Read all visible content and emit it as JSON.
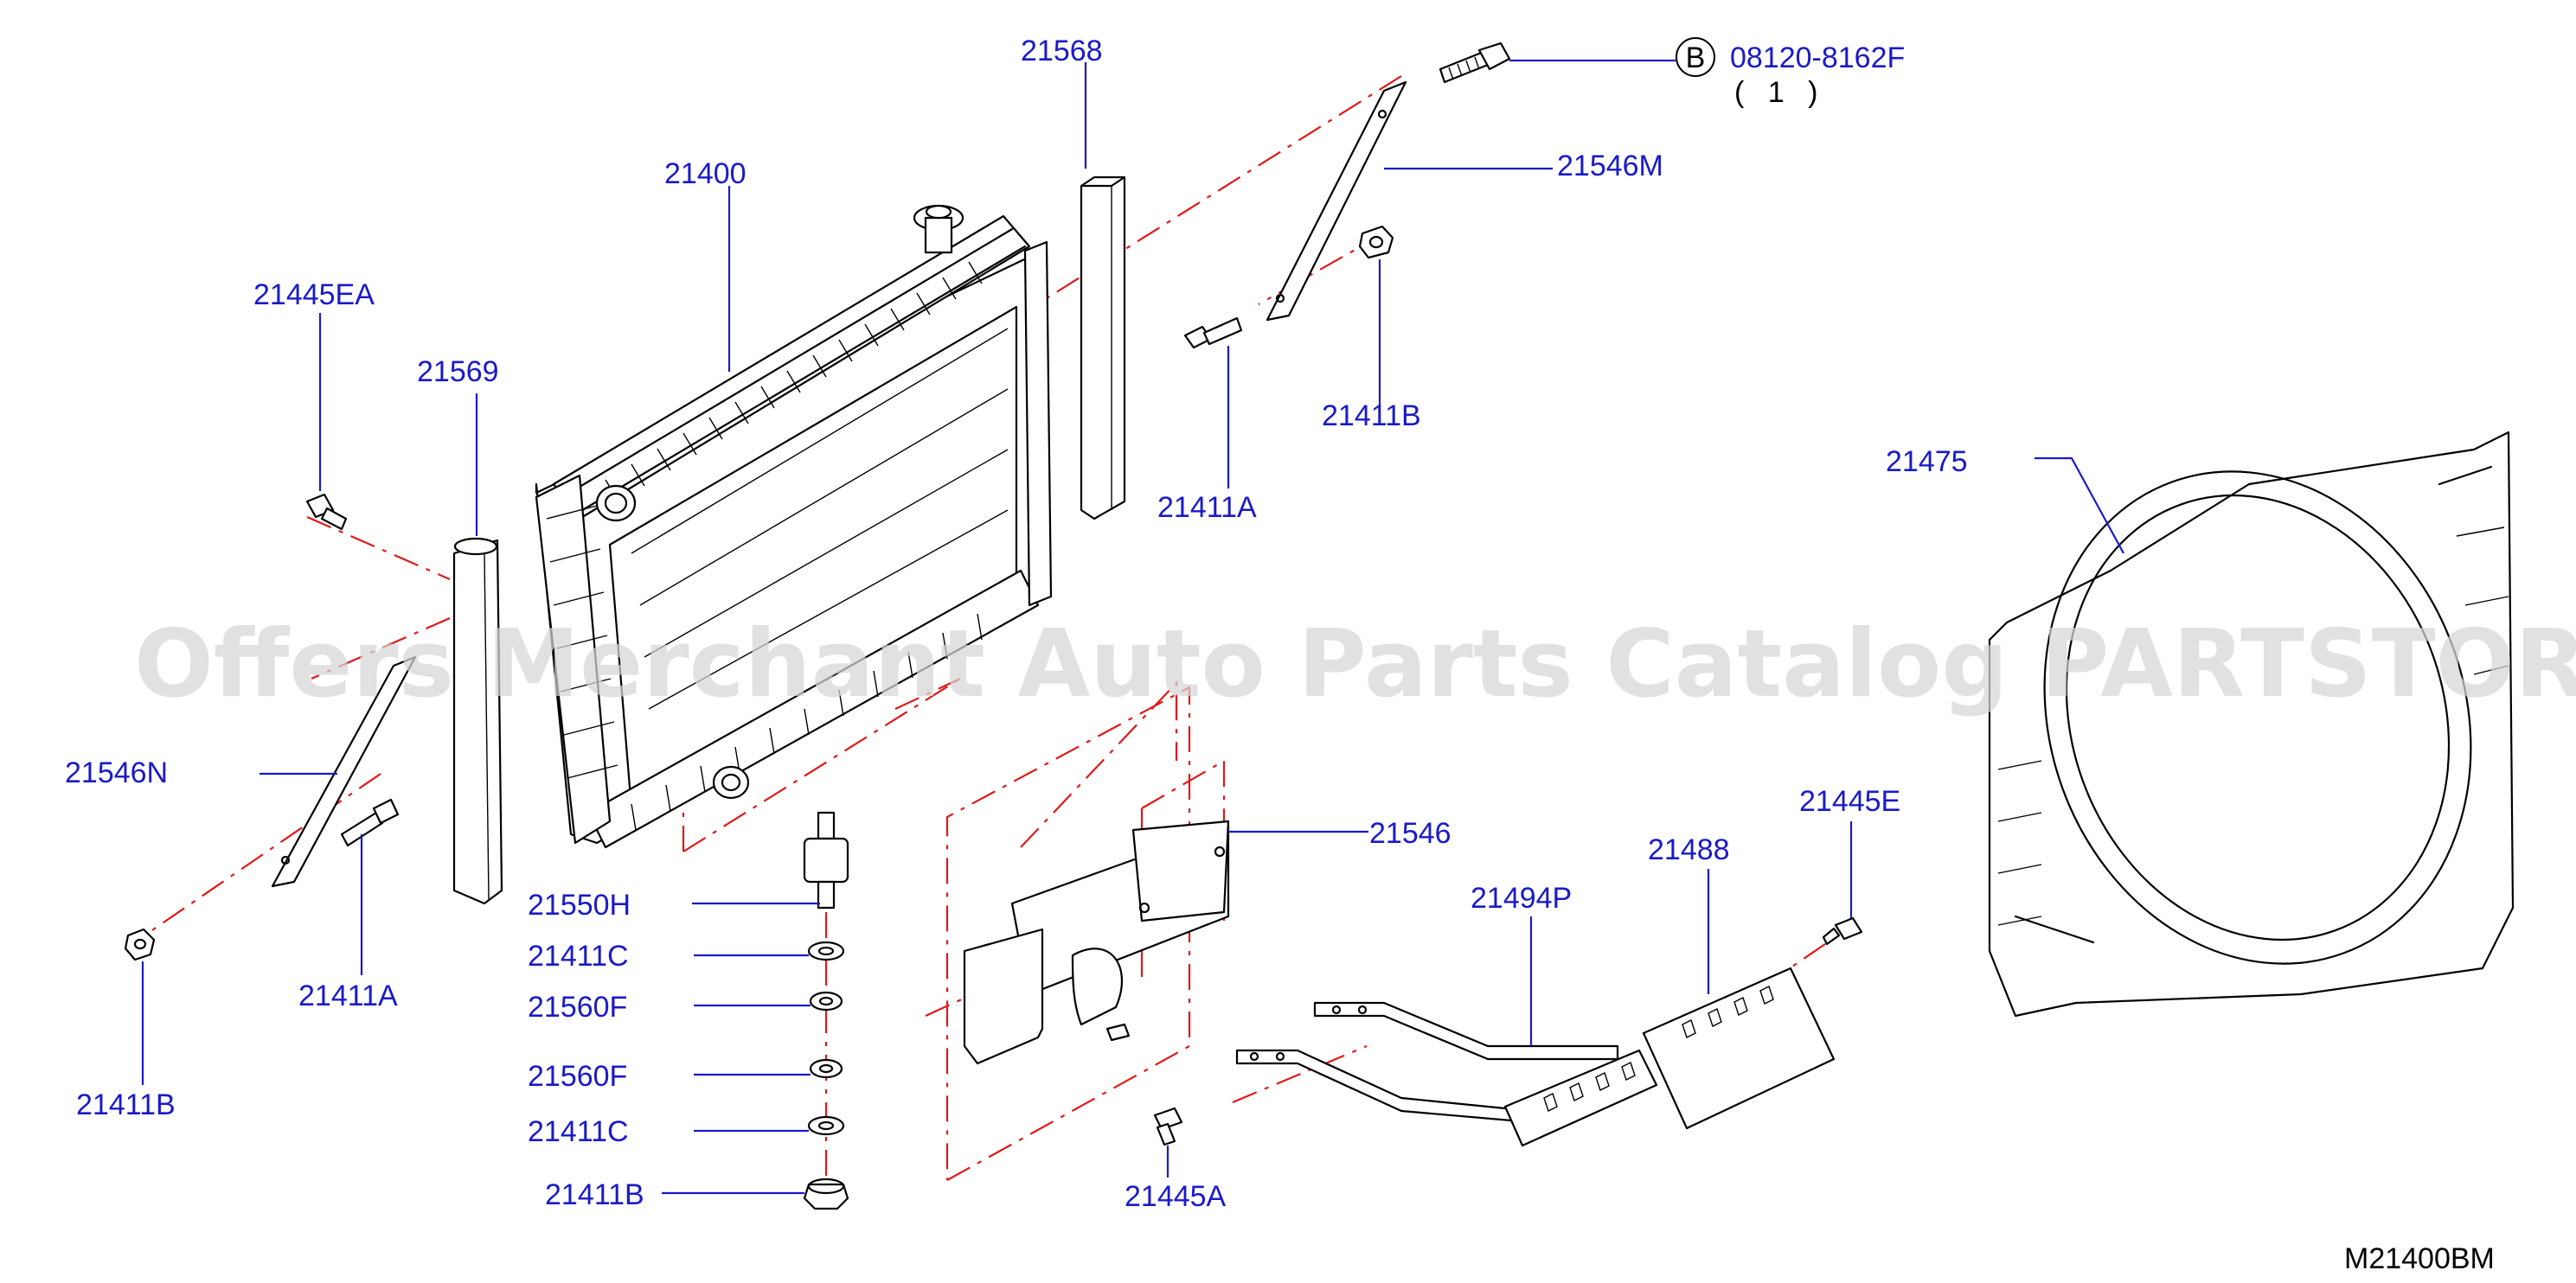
{
  "diagram": {
    "figure_code": "M21400BM",
    "watermark": "Offers Merchant Auto Parts Catalog PARTSTORE.SA",
    "bolt_callout": {
      "letter": "B",
      "part_number": "08120-8162F",
      "quantity": "( 1 )"
    },
    "labels": {
      "p21568": "21568",
      "p21400": "21400",
      "p21546M": "21546M",
      "p21445EA": "21445EA",
      "p21569": "21569",
      "p21411B_top": "21411B",
      "p21411A_top": "21411A",
      "p21475": "21475",
      "p21546N": "21546N",
      "p21546": "21546",
      "p21550H": "21550H",
      "p21411C_1": "21411C",
      "p21560F_1": "21560F",
      "p21560F_2": "21560F",
      "p21411C_2": "21411C",
      "p21411B_bottom": "21411B",
      "p21411A_left": "21411A",
      "p21411B_left": "21411B",
      "p21445E": "21445E",
      "p21488": "21488",
      "p21494P": "21494P",
      "p21445A": "21445A"
    },
    "colors": {
      "label": "#1a1ac8",
      "centerline": "#e01818",
      "drawing": "#000000",
      "watermark": "#d6d6d6"
    }
  }
}
